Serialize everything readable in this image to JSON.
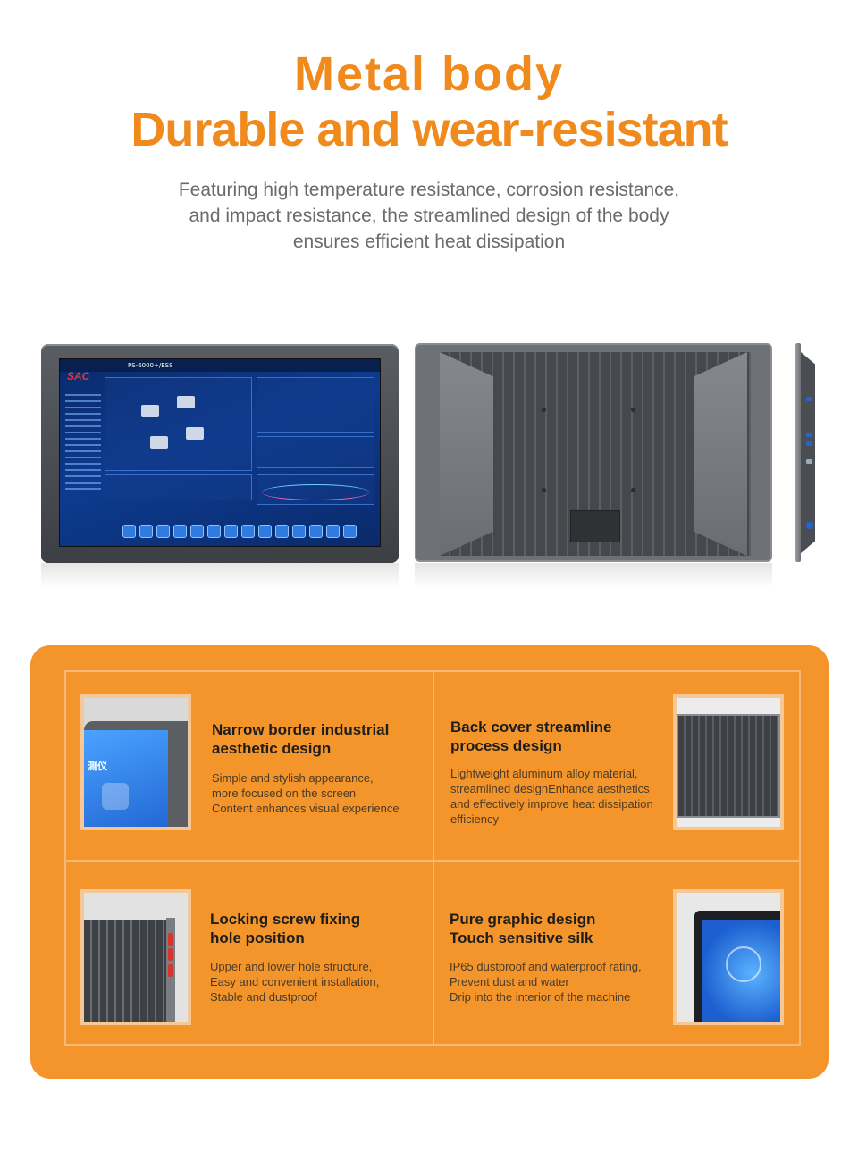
{
  "header": {
    "title_line1": "Metal body",
    "title_line2": "Durable and wear-resistant",
    "subtitle_line1": "Featuring high temperature resistance, corrosion resistance,",
    "subtitle_line2": "and impact resistance, the streamlined design of the body",
    "subtitle_line3": "ensures efficient heat dissipation"
  },
  "device_screen": {
    "title": "PS-6000+/ESS",
    "logo": "SAC"
  },
  "features": [
    {
      "title_line1": "Narrow border industrial",
      "title_line2": "aesthetic design",
      "desc": [
        "Simple and stylish appearance,",
        "more focused on the screen",
        "Content enhances visual experience"
      ],
      "image_text": "测仪"
    },
    {
      "title_line1": "Back cover streamline",
      "title_line2": "process design",
      "desc": [
        "Lightweight aluminum alloy material,",
        "streamlined designEnhance aesthetics",
        "and effectively improve heat dissipation",
        "efficiency"
      ]
    },
    {
      "title_line1": "Locking screw fixing",
      "title_line2": "hole position",
      "desc": [
        "Upper and lower hole structure,",
        "Easy and convenient installation,",
        "Stable and dustproof"
      ]
    },
    {
      "title_line1": "Pure graphic design",
      "title_line2": "Touch sensitive silk",
      "desc": [
        "IP65 dustproof and waterproof rating,",
        "Prevent dust and water",
        "Drip into the interior of the machine"
      ]
    }
  ],
  "colors": {
    "accent": "#f08a1c",
    "card": "#f3952a",
    "grid_line": "#f7b776"
  }
}
